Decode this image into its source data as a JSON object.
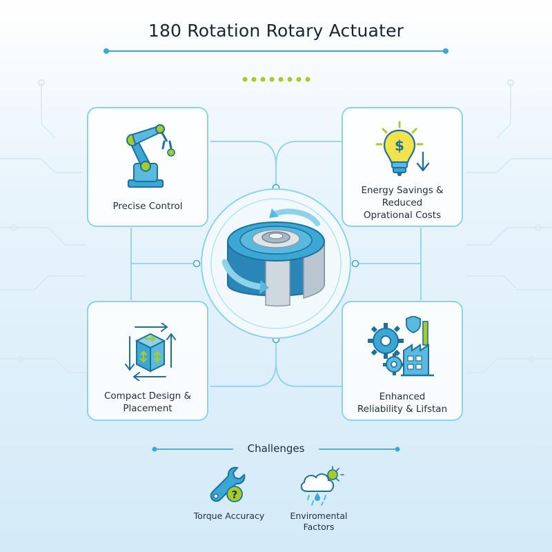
{
  "title": "180 Rotation Rotary Actuater",
  "benefits": [
    {
      "label": "Precise Control",
      "icon": "robotic-arm-icon"
    },
    {
      "label": "Energy Savings &\nReduced\nOprational Costs",
      "icon": "lightbulb-dollar-icon"
    },
    {
      "label": "Compact Design &\nPlacement",
      "icon": "compact-cube-icon"
    },
    {
      "label": "Enhanced\nReliability & Lifstan",
      "icon": "gears-factory-icon"
    }
  ],
  "center_icon": "rotary-actuator-icon",
  "challenges": {
    "title": "Challenges",
    "items": [
      {
        "label": "Torque Accuracy",
        "icon": "wrench-question-icon"
      },
      {
        "label": "Enviromental\nFactors",
        "icon": "weather-cloud-icon"
      }
    ]
  },
  "colors": {
    "accent_blue": "#3aa7d4",
    "dark_blue": "#1e6f9c",
    "card_border": "#8ed2ea",
    "accent_green": "#a6cc2a",
    "bulb_yellow": "#f2e24b"
  }
}
